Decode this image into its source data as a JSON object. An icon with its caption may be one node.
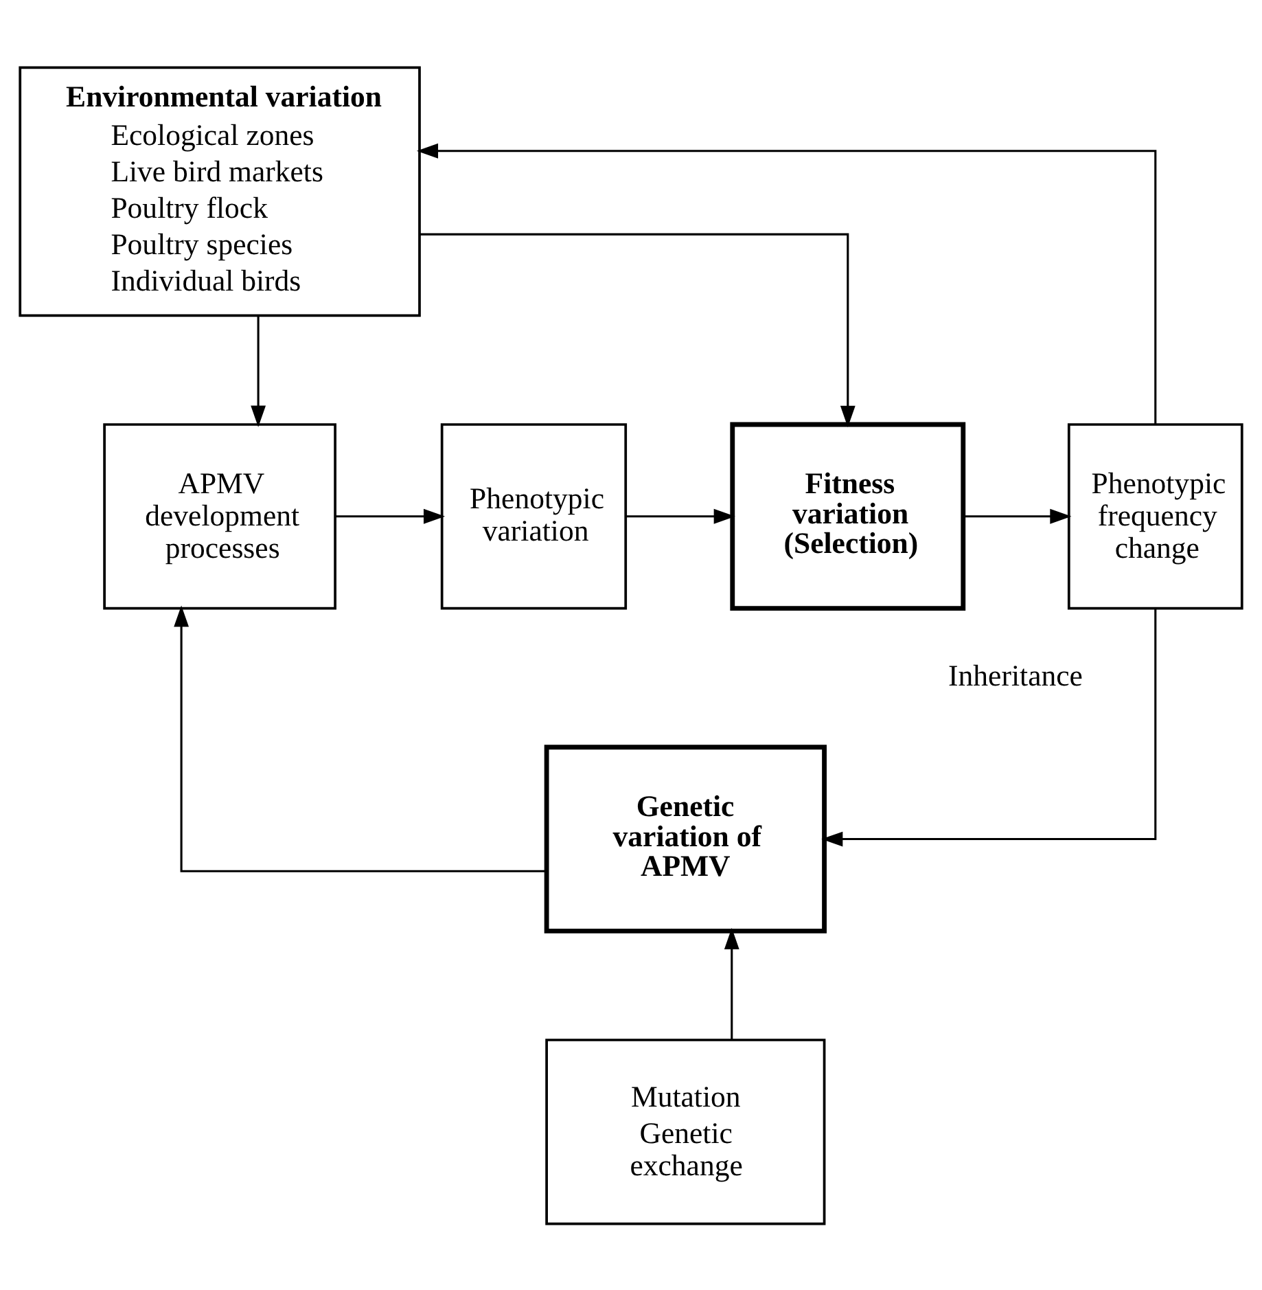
{
  "diagram": {
    "nodes": [
      {
        "text": [
          "Environmental variation",
          "Ecological zones",
          "Live bird markets",
          "Poultry flock",
          "Poultry species",
          "Individual birds"
        ]
      },
      {
        "text": [
          "APMV development processes"
        ]
      },
      {
        "text": [
          "Phenotypic variation"
        ]
      },
      {
        "text": [
          "Fitness variation (Selection)"
        ]
      },
      {
        "text": [
          "Phenotypic frequency change"
        ]
      },
      {
        "text": [
          "Genetic variation of APMV"
        ]
      },
      {
        "text": [
          "Mutation",
          "Genetic exchange"
        ]
      }
    ],
    "edges": [
      {
        "from": 0,
        "to": 1,
        "arrow": "to"
      },
      {
        "from": 0,
        "to": 3,
        "arrow": "to"
      },
      {
        "from": 4,
        "to": 0,
        "arrow": "to"
      },
      {
        "from": 1,
        "to": 2,
        "arrow": "to"
      },
      {
        "from": 2,
        "to": 3,
        "arrow": "to"
      },
      {
        "from": 3,
        "to": 4,
        "arrow": "to"
      },
      {
        "from": 4,
        "to": 5,
        "arrow": "to",
        "label": "Inheritance"
      },
      {
        "from": 5,
        "to": 1,
        "arrow": "to"
      },
      {
        "from": 6,
        "to": 5,
        "arrow": "to"
      }
    ]
  }
}
